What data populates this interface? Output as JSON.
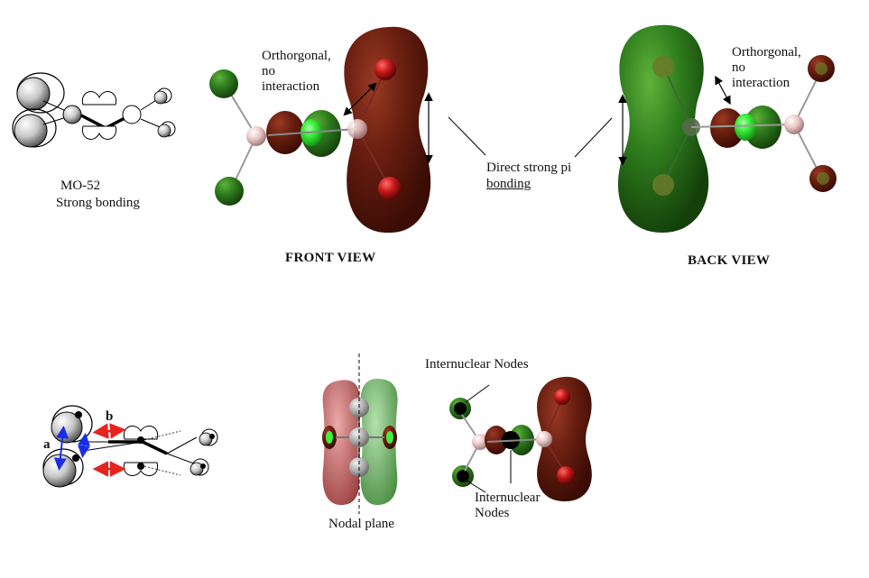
{
  "labels": {
    "mo_name": "MO-52",
    "mo_desc": "Strong bonding",
    "orthogonal_front": "Orthorgonal,\nno\ninteraction",
    "orthogonal_back": "Orthorgonal,\nno\ninteraction",
    "direct_pi_line1": "Direct strong pi",
    "direct_pi_line2": "bonding",
    "front_view": "FRONT VIEW",
    "back_view": "BACK VIEW",
    "internuclear_top": "Internuclear Nodes",
    "internuclear_bottom": "Internuclear\nNodes",
    "nodal_plane": "Nodal plane",
    "label_a": "a",
    "label_b": "b"
  },
  "colors": {
    "lobe_dark_red": "#5a1a0c",
    "lobe_green": "#2f7d1e",
    "lobe_bright_green": "#3cf23c",
    "atom_pink": "#e6c6c6",
    "atom_red": "#c41818",
    "arrow_red": "#e8221c",
    "arrow_blue": "#1a2ee8"
  }
}
